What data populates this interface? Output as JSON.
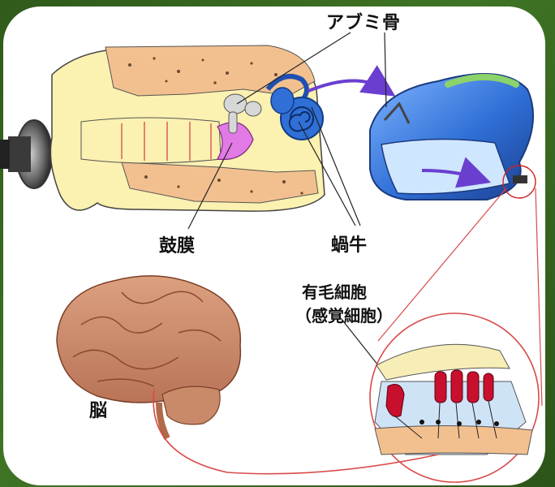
{
  "labels": {
    "stapes": "アブミ骨",
    "eardrum": "鼓膜",
    "cochlea": "蝸牛",
    "hair_cell": "有毛細胞",
    "sensory_cell": "（感覚細胞）",
    "brain": "脳"
  },
  "colors": {
    "background_green": "#3f7424",
    "panel": "#ffffff",
    "skin": "#fbf1b0",
    "bone": "#f2c08f",
    "cochlea": "#2f6fd6",
    "eardrum": "#e27ae6",
    "arrow": "#6a3fd0",
    "hair_cell": "#c8102e",
    "nerve_line": "#d94a4a",
    "brain": "#cf8c6c"
  },
  "icons": [
    "speaker-icon"
  ]
}
